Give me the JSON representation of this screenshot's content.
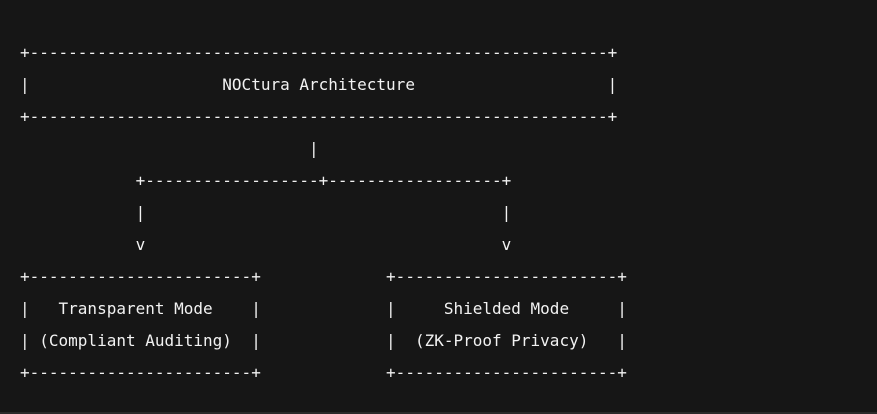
{
  "diagram": {
    "lines": [
      "+------------------------------------------------------------+",
      "|                    NOCtura Architecture                    |",
      "+------------------------------------------------------------+",
      "                              |",
      "            +------------------+------------------+",
      "            |                                     |",
      "            v                                     v",
      "+-----------------------+             +-----------------------+",
      "|   Transparent Mode    |             |     Shielded Mode     |",
      "| (Compliant Auditing)  |             |  (ZK-Proof Privacy)   |",
      "+-----------------------+             +-----------------------+"
    ]
  },
  "colors": {
    "background": "#161616",
    "text": "#f2f2f2"
  }
}
